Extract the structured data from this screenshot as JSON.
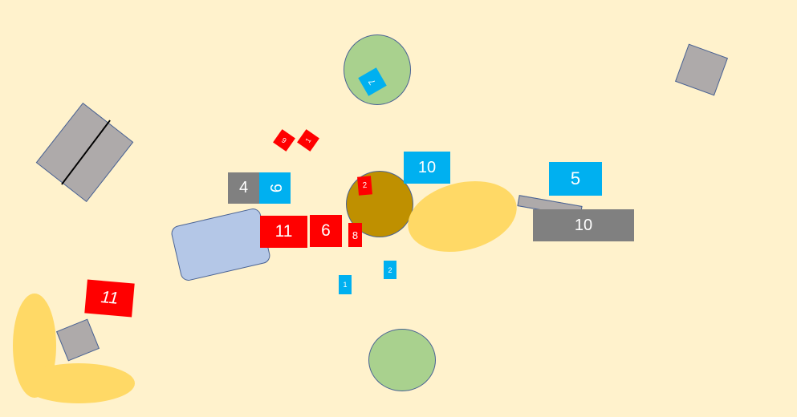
{
  "labels": {
    "gray_4": "4",
    "blue_9": "9",
    "blue_10_top": "10",
    "blue_5": "5",
    "gray_10": "10",
    "red_11": "11",
    "red_6": "6",
    "red_8": "8",
    "red_2": "2",
    "red_small_a": "6",
    "red_small_b": "1",
    "blue_1": "1",
    "blue_2": "2",
    "blue_7": "7",
    "red_11_left": "11"
  }
}
